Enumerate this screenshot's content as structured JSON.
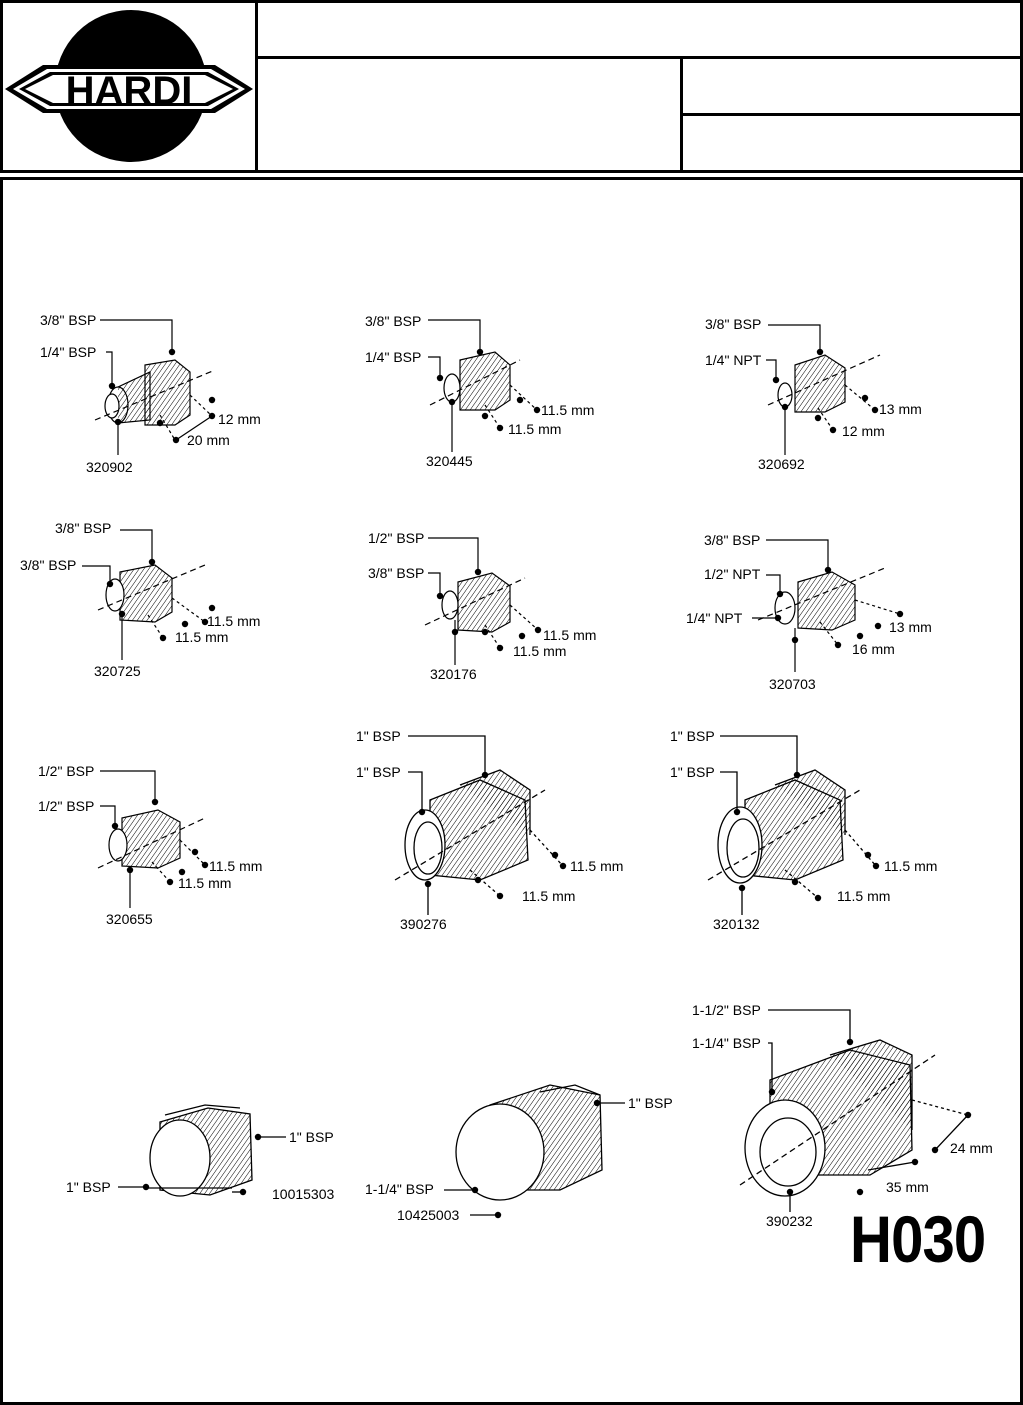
{
  "brand": {
    "logo_text": "HARDI"
  },
  "sheet_code": "H030",
  "parts": [
    {
      "part_no": "320902",
      "thread_a": "3/8\" BSP",
      "thread_b": "1/4\" BSP",
      "dim_a": "12 mm",
      "dim_b": "20 mm"
    },
    {
      "part_no": "320445",
      "thread_a": "3/8\" BSP",
      "thread_b": "1/4\" BSP",
      "dim_a": "11.5 mm",
      "dim_b": "11.5 mm"
    },
    {
      "part_no": "320692",
      "thread_a": "3/8\" BSP",
      "thread_b": "1/4\" NPT",
      "dim_a": "13 mm",
      "dim_b": "12 mm"
    },
    {
      "part_no": "320725",
      "thread_a": "3/8\" BSP",
      "thread_b": "3/8\" BSP",
      "dim_a": "11.5 mm",
      "dim_b": "11.5 mm"
    },
    {
      "part_no": "320176",
      "thread_a": "1/2\" BSP",
      "thread_b": "3/8\" BSP",
      "dim_a": "11.5 mm",
      "dim_b": "11.5 mm"
    },
    {
      "part_no": "320703",
      "thread_a": "3/8\" BSP",
      "thread_b": "1/2\" NPT",
      "thread_c": "1/4\" NPT",
      "dim_a": "13 mm",
      "dim_b": "16 mm"
    },
    {
      "part_no": "320655",
      "thread_a": "1/2\" BSP",
      "thread_b": "1/2\" BSP",
      "dim_a": "11.5 mm",
      "dim_b": "11.5 mm"
    },
    {
      "part_no": "390276",
      "thread_a": "1\" BSP",
      "thread_b": "1\" BSP",
      "dim_a": "11.5 mm",
      "dim_b": "11.5 mm"
    },
    {
      "part_no": "320132",
      "thread_a": "1\" BSP",
      "thread_b": "1\" BSP",
      "dim_a": "11.5 mm",
      "dim_b": "11.5 mm"
    },
    {
      "part_no": "10015303",
      "thread_a": "1\" BSP",
      "thread_b": "1\" BSP"
    },
    {
      "part_no": "10425003",
      "thread_a": "1\" BSP",
      "thread_b": "1-1/4\" BSP"
    },
    {
      "part_no": "390232",
      "thread_a": "1-1/2\" BSP",
      "thread_b": "1-1/4\" BSP",
      "dim_a": "24 mm",
      "dim_b": "35 mm"
    }
  ]
}
